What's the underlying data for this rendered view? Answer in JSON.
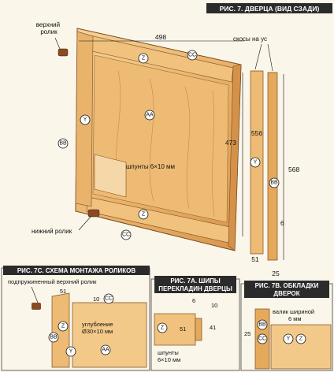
{
  "colors": {
    "caption_bg": "#2b2b2b",
    "wood_light": "#f3c98a",
    "wood_mid": "#e8ad63",
    "wood_dark": "#c9853e",
    "roller": "#8a4b22",
    "line": "#111111"
  },
  "main": {
    "caption": "РИС. 7. ДВЕРЦА (ВИД СЗАДИ)",
    "labels": {
      "top_roller": "верхний\nролик",
      "bottom_roller": "нижний ролик",
      "miter": "скосы на ус",
      "tenons": "шпунты 6×10 мм"
    },
    "dimensions": {
      "width": "498",
      "height_frame": "473",
      "stile_length": "556",
      "cover_length": "568",
      "thickness": "6",
      "stile_width": "51",
      "cover_width": "25"
    },
    "parts": {
      "AA": "AA",
      "Y": "Y",
      "Z": "Z",
      "BB": "BB",
      "CC": "CC"
    }
  },
  "fig_c": {
    "caption": "РИС. 7С. СХЕМА МОНТАЖА РОЛИКОВ",
    "labels": {
      "spring_roller": "подпружиненный верхний ролик",
      "groove": "углубление\nØ30×10 мм"
    },
    "dimensions": {
      "d51": "51",
      "d10": "10"
    }
  },
  "fig_a": {
    "caption": "РИС. 7А. ШИПЫ\nПЕРЕКЛАДИН ДВЕРЦЫ",
    "labels": {
      "tenons": "шпунты\n6×10 мм"
    },
    "dimensions": {
      "d6": "6",
      "d10": "10",
      "d41": "41",
      "d51": "51"
    }
  },
  "fig_b": {
    "caption": "РИС. 7В. ОБКЛАДКИ\nДВЕРОК",
    "labels": {
      "roller_width": "валик шириной\n6 мм"
    },
    "dimensions": {
      "d25": "25"
    }
  }
}
